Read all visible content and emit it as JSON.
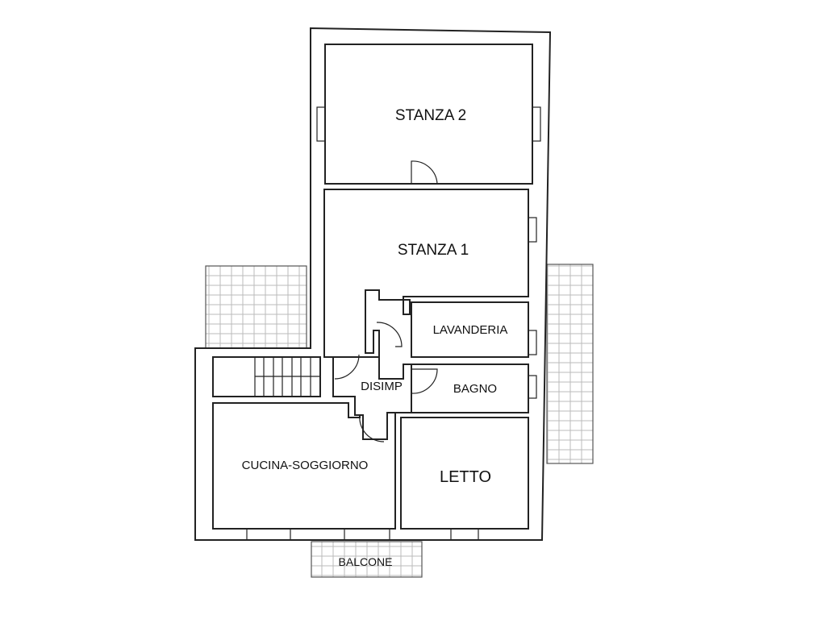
{
  "plan": {
    "rooms": {
      "stanza2": "STANZA 2",
      "stanza1": "STANZA 1",
      "lavanderia": "LAVANDERIA",
      "disimp": "DISIMP",
      "bagno": "BAGNO",
      "cucina": "CUCINA-SOGGIORNO",
      "letto": "LETTO",
      "balcone": "BALCONE"
    },
    "colors": {
      "line": "#222222",
      "hatch": "#bbbbbb"
    }
  }
}
